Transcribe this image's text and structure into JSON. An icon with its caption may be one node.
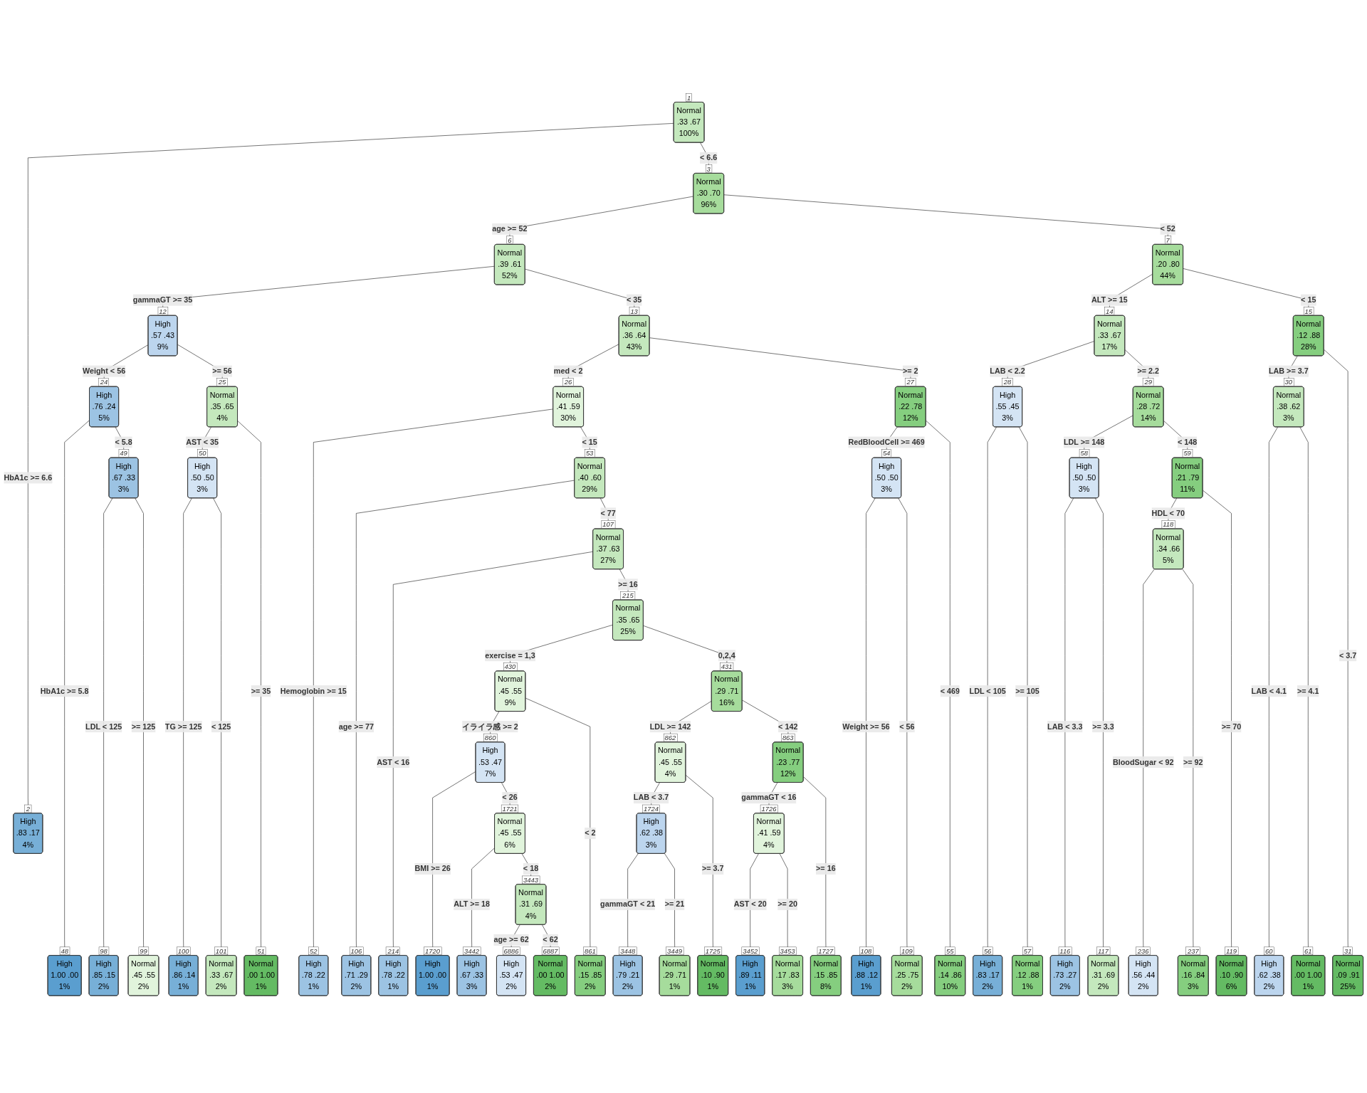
{
  "diagram": {
    "nodes": [
      {
        "text": [
          "Normal",
          ".33 .67",
          "100%"
        ],
        "beside": [
          "1"
        ]
      },
      {
        "text": [
          "High",
          ".83 .17",
          "4%"
        ],
        "beside": [
          "2"
        ]
      },
      {
        "text": [
          "Normal",
          ".30 .70",
          "96%"
        ],
        "beside": [
          "3"
        ]
      },
      {
        "text": [
          "Normal",
          ".39 .61",
          "52%"
        ],
        "beside": [
          "6"
        ]
      },
      {
        "text": [
          "High",
          ".57 .43",
          "9%"
        ],
        "beside": [
          "12"
        ]
      },
      {
        "text": [
          "High",
          ".76 .24",
          "5%"
        ],
        "beside": [
          "24"
        ]
      },
      {
        "text": [
          "High",
          "1.00 .00",
          "1%"
        ],
        "beside": [
          "48"
        ]
      },
      {
        "text": [
          "High",
          ".67 .33",
          "3%"
        ],
        "beside": [
          "49"
        ]
      },
      {
        "text": [
          "High",
          ".85 .15",
          "2%"
        ],
        "beside": [
          "98"
        ]
      },
      {
        "text": [
          "Normal",
          ".45 .55",
          "2%"
        ],
        "beside": [
          "99"
        ]
      },
      {
        "text": [
          "Normal",
          ".35 .65",
          "4%"
        ],
        "beside": [
          "25"
        ]
      },
      {
        "text": [
          "High",
          ".50 .50",
          "3%"
        ],
        "beside": [
          "50"
        ]
      },
      {
        "text": [
          "High",
          ".86 .14",
          "1%"
        ],
        "beside": [
          "100"
        ]
      },
      {
        "text": [
          "Normal",
          ".33 .67",
          "2%"
        ],
        "beside": [
          "101"
        ]
      },
      {
        "text": [
          "Normal",
          ".00 1.00",
          "1%"
        ],
        "beside": [
          "51"
        ]
      },
      {
        "text": [
          "Normal",
          ".36 .64",
          "43%"
        ],
        "beside": [
          "13"
        ]
      },
      {
        "text": [
          "Normal",
          ".41 .59",
          "30%"
        ],
        "beside": [
          "26"
        ]
      },
      {
        "text": [
          "High",
          ".78 .22",
          "1%"
        ],
        "beside": [
          "52"
        ]
      },
      {
        "text": [
          "Normal",
          ".40 .60",
          "29%"
        ],
        "beside": [
          "53"
        ]
      },
      {
        "text": [
          "High",
          ".71 .29",
          "2%"
        ],
        "beside": [
          "106"
        ]
      },
      {
        "text": [
          "Normal",
          ".37 .63",
          "27%"
        ],
        "beside": [
          "107"
        ]
      },
      {
        "text": [
          "High",
          ".78 .22",
          "1%"
        ],
        "beside": [
          "214"
        ]
      },
      {
        "text": [
          "Normal",
          ".35 .65",
          "25%"
        ],
        "beside": [
          "215"
        ]
      },
      {
        "text": [
          "Normal",
          ".45 .55",
          "9%"
        ],
        "beside": [
          "430"
        ]
      },
      {
        "text": [
          "High",
          ".53 .47",
          "7%"
        ],
        "beside": [
          "860"
        ]
      },
      {
        "text": [
          "High",
          "1.00 .00",
          "1%"
        ],
        "beside": [
          "1720"
        ]
      },
      {
        "text": [
          "Normal",
          ".45 .55",
          "6%"
        ],
        "beside": [
          "1721"
        ]
      },
      {
        "text": [
          "High",
          ".67 .33",
          "3%"
        ],
        "beside": [
          "3442"
        ]
      },
      {
        "text": [
          "Normal",
          ".31 .69",
          "4%"
        ],
        "beside": [
          "3443"
        ]
      },
      {
        "text": [
          "High",
          ".53 .47",
          "2%"
        ],
        "beside": [
          "6886"
        ]
      },
      {
        "text": [
          "Normal",
          ".00 1.00",
          "2%"
        ],
        "beside": [
          "6887"
        ]
      },
      {
        "text": [
          "Normal",
          ".15 .85",
          "2%"
        ],
        "beside": [
          "861"
        ]
      },
      {
        "text": [
          "Normal",
          ".29 .71",
          "16%"
        ],
        "beside": [
          "431"
        ]
      },
      {
        "text": [
          "Normal",
          ".45 .55",
          "4%"
        ],
        "beside": [
          "862"
        ]
      },
      {
        "text": [
          "High",
          ".62 .38",
          "3%"
        ],
        "beside": [
          "1724"
        ]
      },
      {
        "text": [
          "High",
          ".79 .21",
          "2%"
        ],
        "beside": [
          "3448"
        ]
      },
      {
        "text": [
          "Normal",
          ".29 .71",
          "1%"
        ],
        "beside": [
          "3449"
        ]
      },
      {
        "text": [
          "Normal",
          ".10 .90",
          "1%"
        ],
        "beside": [
          "1725"
        ]
      },
      {
        "text": [
          "Normal",
          ".23 .77",
          "12%"
        ],
        "beside": [
          "863"
        ]
      },
      {
        "text": [
          "Normal",
          ".41 .59",
          "4%"
        ],
        "beside": [
          "1726"
        ]
      },
      {
        "text": [
          "High",
          ".89 .11",
          "1%"
        ],
        "beside": [
          "3452"
        ]
      },
      {
        "text": [
          "Normal",
          ".17 .83",
          "3%"
        ],
        "beside": [
          "3453"
        ]
      },
      {
        "text": [
          "Normal",
          ".15 .85",
          "8%"
        ],
        "beside": [
          "1727"
        ]
      },
      {
        "text": [
          "Normal",
          ".22 .78",
          "12%"
        ],
        "beside": [
          "27"
        ]
      },
      {
        "text": [
          "High",
          ".50 .50",
          "3%"
        ],
        "beside": [
          "54"
        ]
      },
      {
        "text": [
          "High",
          ".88 .12",
          "1%"
        ],
        "beside": [
          "108"
        ]
      },
      {
        "text": [
          "Normal",
          ".25 .75",
          "2%"
        ],
        "beside": [
          "109"
        ]
      },
      {
        "text": [
          "Normal",
          ".14 .86",
          "10%"
        ],
        "beside": [
          "55"
        ]
      },
      {
        "text": [
          "Normal",
          ".20 .80",
          "44%"
        ],
        "beside": [
          "7"
        ]
      },
      {
        "text": [
          "Normal",
          ".33 .67",
          "17%"
        ],
        "beside": [
          "14"
        ]
      },
      {
        "text": [
          "High",
          ".55 .45",
          "3%"
        ],
        "beside": [
          "28"
        ]
      },
      {
        "text": [
          "High",
          ".83 .17",
          "2%"
        ],
        "beside": [
          "56"
        ]
      },
      {
        "text": [
          "Normal",
          ".12 .88",
          "1%"
        ],
        "beside": [
          "57"
        ]
      },
      {
        "text": [
          "Normal",
          ".28 .72",
          "14%"
        ],
        "beside": [
          "29"
        ]
      },
      {
        "text": [
          "High",
          ".50 .50",
          "3%"
        ],
        "beside": [
          "58"
        ]
      },
      {
        "text": [
          "High",
          ".73 .27",
          "2%"
        ],
        "beside": [
          "116"
        ]
      },
      {
        "text": [
          "Normal",
          ".31 .69",
          "2%"
        ],
        "beside": [
          "117"
        ]
      },
      {
        "text": [
          "Normal",
          ".21 .79",
          "11%"
        ],
        "beside": [
          "59"
        ]
      },
      {
        "text": [
          "Normal",
          ".34 .66",
          "5%"
        ],
        "beside": [
          "118"
        ]
      },
      {
        "text": [
          "High",
          ".56 .44",
          "2%"
        ],
        "beside": [
          "236"
        ]
      },
      {
        "text": [
          "Normal",
          ".16 .84",
          "3%"
        ],
        "beside": [
          "237"
        ]
      },
      {
        "text": [
          "Normal",
          ".10 .90",
          "6%"
        ],
        "beside": [
          "119"
        ]
      },
      {
        "text": [
          "Normal",
          ".12 .88",
          "28%"
        ],
        "beside": [
          "15"
        ]
      },
      {
        "text": [
          "Normal",
          ".38 .62",
          "3%"
        ],
        "beside": [
          "30"
        ]
      },
      {
        "text": [
          "High",
          ".62 .38",
          "2%"
        ],
        "beside": [
          "60"
        ]
      },
      {
        "text": [
          "Normal",
          ".00 1.00",
          "1%"
        ],
        "beside": [
          "61"
        ]
      },
      {
        "text": [
          "Normal",
          ".09 .91",
          "25%"
        ],
        "beside": [
          "31"
        ]
      }
    ],
    "edges": [
      {
        "from": 0,
        "to": 1,
        "arrow": "none",
        "label": "HbA1c >= 6.6"
      },
      {
        "from": 0,
        "to": 2,
        "arrow": "none",
        "label": "< 6.6"
      },
      {
        "from": 2,
        "to": 3,
        "arrow": "none",
        "label": "age >= 52"
      },
      {
        "from": 3,
        "to": 4,
        "arrow": "none",
        "label": "gammaGT >= 35"
      },
      {
        "from": 4,
        "to": 5,
        "arrow": "none",
        "label": "Weight < 56"
      },
      {
        "from": 5,
        "to": 6,
        "arrow": "none",
        "label": "HbA1c >= 5.8"
      },
      {
        "from": 5,
        "to": 7,
        "arrow": "none",
        "label": "< 5.8"
      },
      {
        "from": 7,
        "to": 8,
        "arrow": "none",
        "label": "LDL < 125"
      },
      {
        "from": 7,
        "to": 9,
        "arrow": "none",
        "label": ">= 125"
      },
      {
        "from": 4,
        "to": 10,
        "arrow": "none",
        "label": ">= 56"
      },
      {
        "from": 10,
        "to": 11,
        "arrow": "none",
        "label": "AST < 35"
      },
      {
        "from": 11,
        "to": 12,
        "arrow": "none",
        "label": "TG >= 125"
      },
      {
        "from": 11,
        "to": 13,
        "arrow": "none",
        "label": "< 125"
      },
      {
        "from": 10,
        "to": 14,
        "arrow": "none",
        "label": ">= 35"
      },
      {
        "from": 3,
        "to": 15,
        "arrow": "none",
        "label": "< 35"
      },
      {
        "from": 15,
        "to": 16,
        "arrow": "none",
        "label": "med < 2"
      },
      {
        "from": 16,
        "to": 17,
        "arrow": "none",
        "label": "Hemoglobin >= 15"
      },
      {
        "from": 16,
        "to": 18,
        "arrow": "none",
        "label": "< 15"
      },
      {
        "from": 18,
        "to": 19,
        "arrow": "none",
        "label": "age >= 77"
      },
      {
        "from": 18,
        "to": 20,
        "arrow": "none",
        "label": "< 77"
      },
      {
        "from": 20,
        "to": 21,
        "arrow": "none",
        "label": "AST < 16"
      },
      {
        "from": 20,
        "to": 22,
        "arrow": "none",
        "label": ">= 16"
      },
      {
        "from": 22,
        "to": 23,
        "arrow": "none",
        "label": "exercise = 1,3"
      },
      {
        "from": 23,
        "to": 24,
        "arrow": "none",
        "label": "イライラ感 >= 2"
      },
      {
        "from": 24,
        "to": 25,
        "arrow": "none",
        "label": "BMI >= 26"
      },
      {
        "from": 24,
        "to": 26,
        "arrow": "none",
        "label": "< 26"
      },
      {
        "from": 26,
        "to": 27,
        "arrow": "none",
        "label": "ALT >= 18"
      },
      {
        "from": 26,
        "to": 28,
        "arrow": "none",
        "label": "< 18"
      },
      {
        "from": 28,
        "to": 29,
        "arrow": "none",
        "label": "age >= 62"
      },
      {
        "from": 28,
        "to": 30,
        "arrow": "none",
        "label": "< 62"
      },
      {
        "from": 23,
        "to": 31,
        "arrow": "none",
        "label": "< 2"
      },
      {
        "from": 22,
        "to": 32,
        "arrow": "none",
        "label": "0,2,4"
      },
      {
        "from": 32,
        "to": 33,
        "arrow": "none",
        "label": "LDL >= 142"
      },
      {
        "from": 33,
        "to": 34,
        "arrow": "none",
        "label": "LAB < 3.7"
      },
      {
        "from": 34,
        "to": 35,
        "arrow": "none",
        "label": "gammaGT < 21"
      },
      {
        "from": 34,
        "to": 36,
        "arrow": "none",
        "label": ">= 21"
      },
      {
        "from": 33,
        "to": 37,
        "arrow": "none",
        "label": ">= 3.7"
      },
      {
        "from": 32,
        "to": 38,
        "arrow": "none",
        "label": "< 142"
      },
      {
        "from": 38,
        "to": 39,
        "arrow": "none",
        "label": "gammaGT < 16"
      },
      {
        "from": 39,
        "to": 40,
        "arrow": "none",
        "label": "AST < 20"
      },
      {
        "from": 39,
        "to": 41,
        "arrow": "none",
        "label": ">= 20"
      },
      {
        "from": 38,
        "to": 42,
        "arrow": "none",
        "label": ">= 16"
      },
      {
        "from": 15,
        "to": 43,
        "arrow": "none",
        "label": ">= 2"
      },
      {
        "from": 43,
        "to": 44,
        "arrow": "none",
        "label": "RedBloodCell >= 469"
      },
      {
        "from": 44,
        "to": 45,
        "arrow": "none",
        "label": "Weight >= 56"
      },
      {
        "from": 44,
        "to": 46,
        "arrow": "none",
        "label": "< 56"
      },
      {
        "from": 43,
        "to": 47,
        "arrow": "none",
        "label": "< 469"
      },
      {
        "from": 2,
        "to": 48,
        "arrow": "none",
        "label": "< 52"
      },
      {
        "from": 48,
        "to": 49,
        "arrow": "none",
        "label": "ALT >= 15"
      },
      {
        "from": 49,
        "to": 50,
        "arrow": "none",
        "label": "LAB < 2.2"
      },
      {
        "from": 50,
        "to": 51,
        "arrow": "none",
        "label": "LDL < 105"
      },
      {
        "from": 50,
        "to": 52,
        "arrow": "none",
        "label": ">= 105"
      },
      {
        "from": 49,
        "to": 53,
        "arrow": "none",
        "label": ">= 2.2"
      },
      {
        "from": 53,
        "to": 54,
        "arrow": "none",
        "label": "LDL >= 148"
      },
      {
        "from": 54,
        "to": 55,
        "arrow": "none",
        "label": "LAB < 3.3"
      },
      {
        "from": 54,
        "to": 56,
        "arrow": "none",
        "label": ">= 3.3"
      },
      {
        "from": 53,
        "to": 57,
        "arrow": "none",
        "label": "< 148"
      },
      {
        "from": 57,
        "to": 58,
        "arrow": "none",
        "label": "HDL < 70"
      },
      {
        "from": 58,
        "to": 59,
        "arrow": "none",
        "label": "BloodSugar < 92"
      },
      {
        "from": 58,
        "to": 60,
        "arrow": "none",
        "label": ">= 92"
      },
      {
        "from": 57,
        "to": 61,
        "arrow": "none",
        "label": ">= 70"
      },
      {
        "from": 48,
        "to": 62,
        "arrow": "none",
        "label": "< 15"
      },
      {
        "from": 62,
        "to": 63,
        "arrow": "none",
        "label": "LAB >= 3.7"
      },
      {
        "from": 63,
        "to": 64,
        "arrow": "none",
        "label": "LAB < 4.1"
      },
      {
        "from": 63,
        "to": 65,
        "arrow": "none",
        "label": ">= 4.1"
      },
      {
        "from": 62,
        "to": 66,
        "arrow": "none",
        "label": "< 3.7"
      }
    ]
  }
}
